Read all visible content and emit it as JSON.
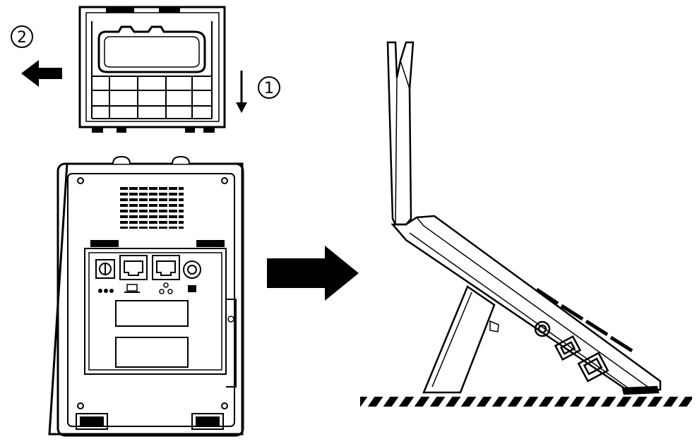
{
  "steps": [
    {
      "id": "1",
      "label": "1"
    },
    {
      "id": "2",
      "label": "2"
    }
  ],
  "colors": {
    "ink": "#000000",
    "paper": "#ffffff"
  },
  "icons": {
    "power": "power-port-icon",
    "pc": "pc-port-icon",
    "lan": "lan-port-icon",
    "handset": "handset-port-icon"
  }
}
